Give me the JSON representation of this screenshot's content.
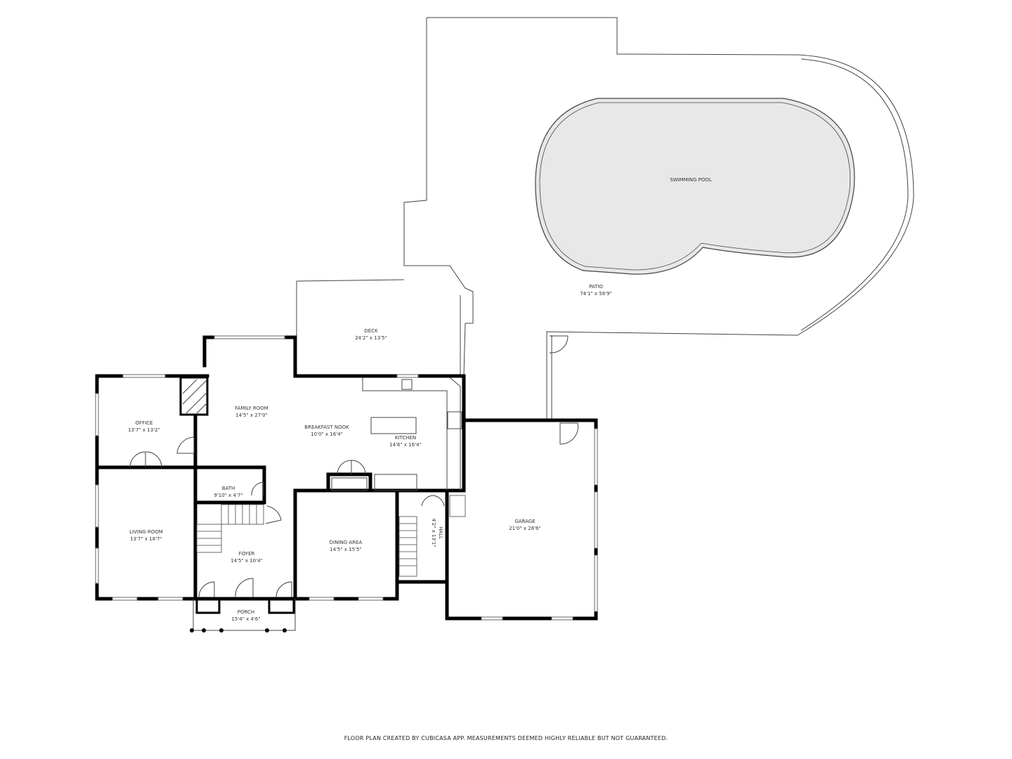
{
  "rooms": {
    "pool": {
      "name": "SWIMMING POOL",
      "size": ""
    },
    "patio": {
      "name": "PATIO",
      "size": "74'1\" x 58'9\""
    },
    "deck": {
      "name": "DECK",
      "size": "24'2\" x 13'5\""
    },
    "family_room": {
      "name": "FAMILY ROOM",
      "size": "14'5\" x 27'0\""
    },
    "office": {
      "name": "OFFICE",
      "size": "13'7\" x 13'2\""
    },
    "breakfast_nook": {
      "name": "BREAKFAST NOOK",
      "size": "10'0\" x 16'4\""
    },
    "kitchen": {
      "name": "KITCHEN",
      "size": "14'6\" x 16'4\""
    },
    "bath": {
      "name": "BATH",
      "size": "9'10\" x 4'7\""
    },
    "living_room": {
      "name": "LIVING ROOM",
      "size": "13'7\" x 18'7\""
    },
    "foyer": {
      "name": "FOYER",
      "size": "14'5\" x 10'4\""
    },
    "dining_area": {
      "name": "DINING AREA",
      "size": "14'5\" x 15'5\""
    },
    "hall": {
      "name": "HALL",
      "size": "4'2\" x 13'1\""
    },
    "garage": {
      "name": "GARAGE",
      "size": "21'0\" x 28'6\""
    },
    "porch": {
      "name": "PORCH",
      "size": "15'4\" x 4'6\""
    }
  },
  "colors": {
    "wall": "#000000",
    "pool_fill": "#e8e8e8"
  },
  "footer": "FLOOR PLAN CREATED BY CUBICASA APP. MEASUREMENTS DEEMED HIGHLY RELIABLE BUT NOT GUARANTEED."
}
